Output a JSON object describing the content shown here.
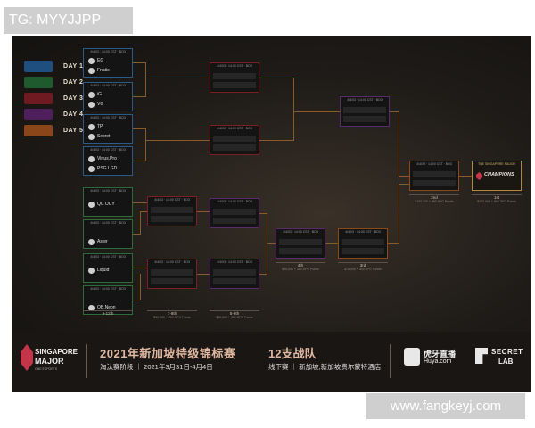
{
  "telegram_tag": "TG: MYYJJPP",
  "watermark": "www.fangkeyj.com",
  "legend": [
    {
      "label": "DAY 1",
      "color": "#1e4f7f"
    },
    {
      "label": "DAY 2",
      "color": "#1f5a2e"
    },
    {
      "label": "DAY 3",
      "color": "#6e1a20"
    },
    {
      "label": "DAY 4",
      "color": "#4e1f5c"
    },
    {
      "label": "DAY 5",
      "color": "#8a4518"
    }
  ],
  "match_header": "4/4/03 · 14:00 CST · BO3",
  "upper_round1": [
    {
      "team1": "EG",
      "team2": "Fnatic"
    },
    {
      "team1": "iG",
      "team2": "VG"
    },
    {
      "team1": "TP",
      "team2": "Secret"
    },
    {
      "team1": "Virtus.Pro",
      "team2": "PSG.LGD"
    }
  ],
  "lower_round1": [
    {
      "team1": "QC OCY",
      "team2": ""
    },
    {
      "team1": "Aster",
      "team2": ""
    },
    {
      "team1": "Liquid",
      "team2": ""
    },
    {
      "team1": "OB.Neon",
      "team2": ""
    }
  ],
  "round_labels": [
    {
      "place": "9-12th",
      "prize": ""
    },
    {
      "place": "7-8th",
      "prize": "$12,000 + 200 DPC Points"
    },
    {
      "place": "5-6th",
      "prize": "$35,000 + 300 DPC Points"
    },
    {
      "place": "4th",
      "prize": "$55,000 + 350 DPC Points"
    },
    {
      "place": "3rd",
      "prize": "$75,000 + 400 DPC Points"
    },
    {
      "place": "2nd",
      "prize": "$100,000 + 450 DPC Points"
    },
    {
      "place": "1st",
      "prize": "$200,000 + 500 DPC Points"
    }
  ],
  "final_box": {
    "header": "THE SINGAPORE MAJOR",
    "champion": "CHAMPIONS"
  },
  "footer": {
    "logo_line1": "SINGAPORE",
    "logo_line2": "MAJOR",
    "logo_tag": "ONE ESPORTS",
    "title": "2021年新加坡特级锦标赛",
    "subtitle": "淘汰赛阶段 ｜ 2021年3月31日-4月4日",
    "teams_title": "12支战队",
    "teams_sub": "线下赛 ｜ 新加坡,新加坡费尔蒙特酒店",
    "huya_cn": "虎牙直播",
    "huya_en": "Huya.com",
    "secret_line1": "SECRET",
    "secret_line2": "LAB"
  }
}
